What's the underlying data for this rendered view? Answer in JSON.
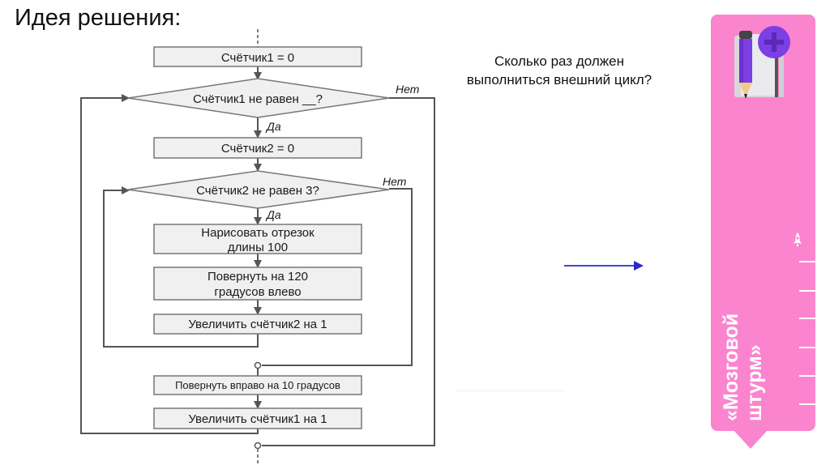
{
  "slide": {
    "title": "Идея решения:",
    "question": "Сколько раз должен выполниться внешний цикл?"
  },
  "flowchart": {
    "nodes": {
      "init1": "Счётчик1 = 0",
      "cond1": "Счётчик1 не равен __?",
      "init2": "Счётчик2 = 0",
      "cond2": "Счётчик2 не равен 3?",
      "draw_line": "Нарисовать отрезок длины 100",
      "turn_left": "Повернуть на 120 градусов влево",
      "inc2": "Увеличить счётчик2 на 1",
      "turn_right": "Повернуть вправо на 10 градусов",
      "inc1": "Увеличить счётчик1 на 1"
    },
    "labels": {
      "yes": "Да",
      "no": "Нет"
    }
  },
  "side_panel": {
    "label": "«Мозговой штурм»",
    "icon_top": "notebook-pencil-plus-icon",
    "icon_small": "rocket-icon",
    "color": "#fb84cf",
    "accent": "#7b3fe4"
  },
  "annotation": {
    "arrow_color": "#2a2acb"
  }
}
